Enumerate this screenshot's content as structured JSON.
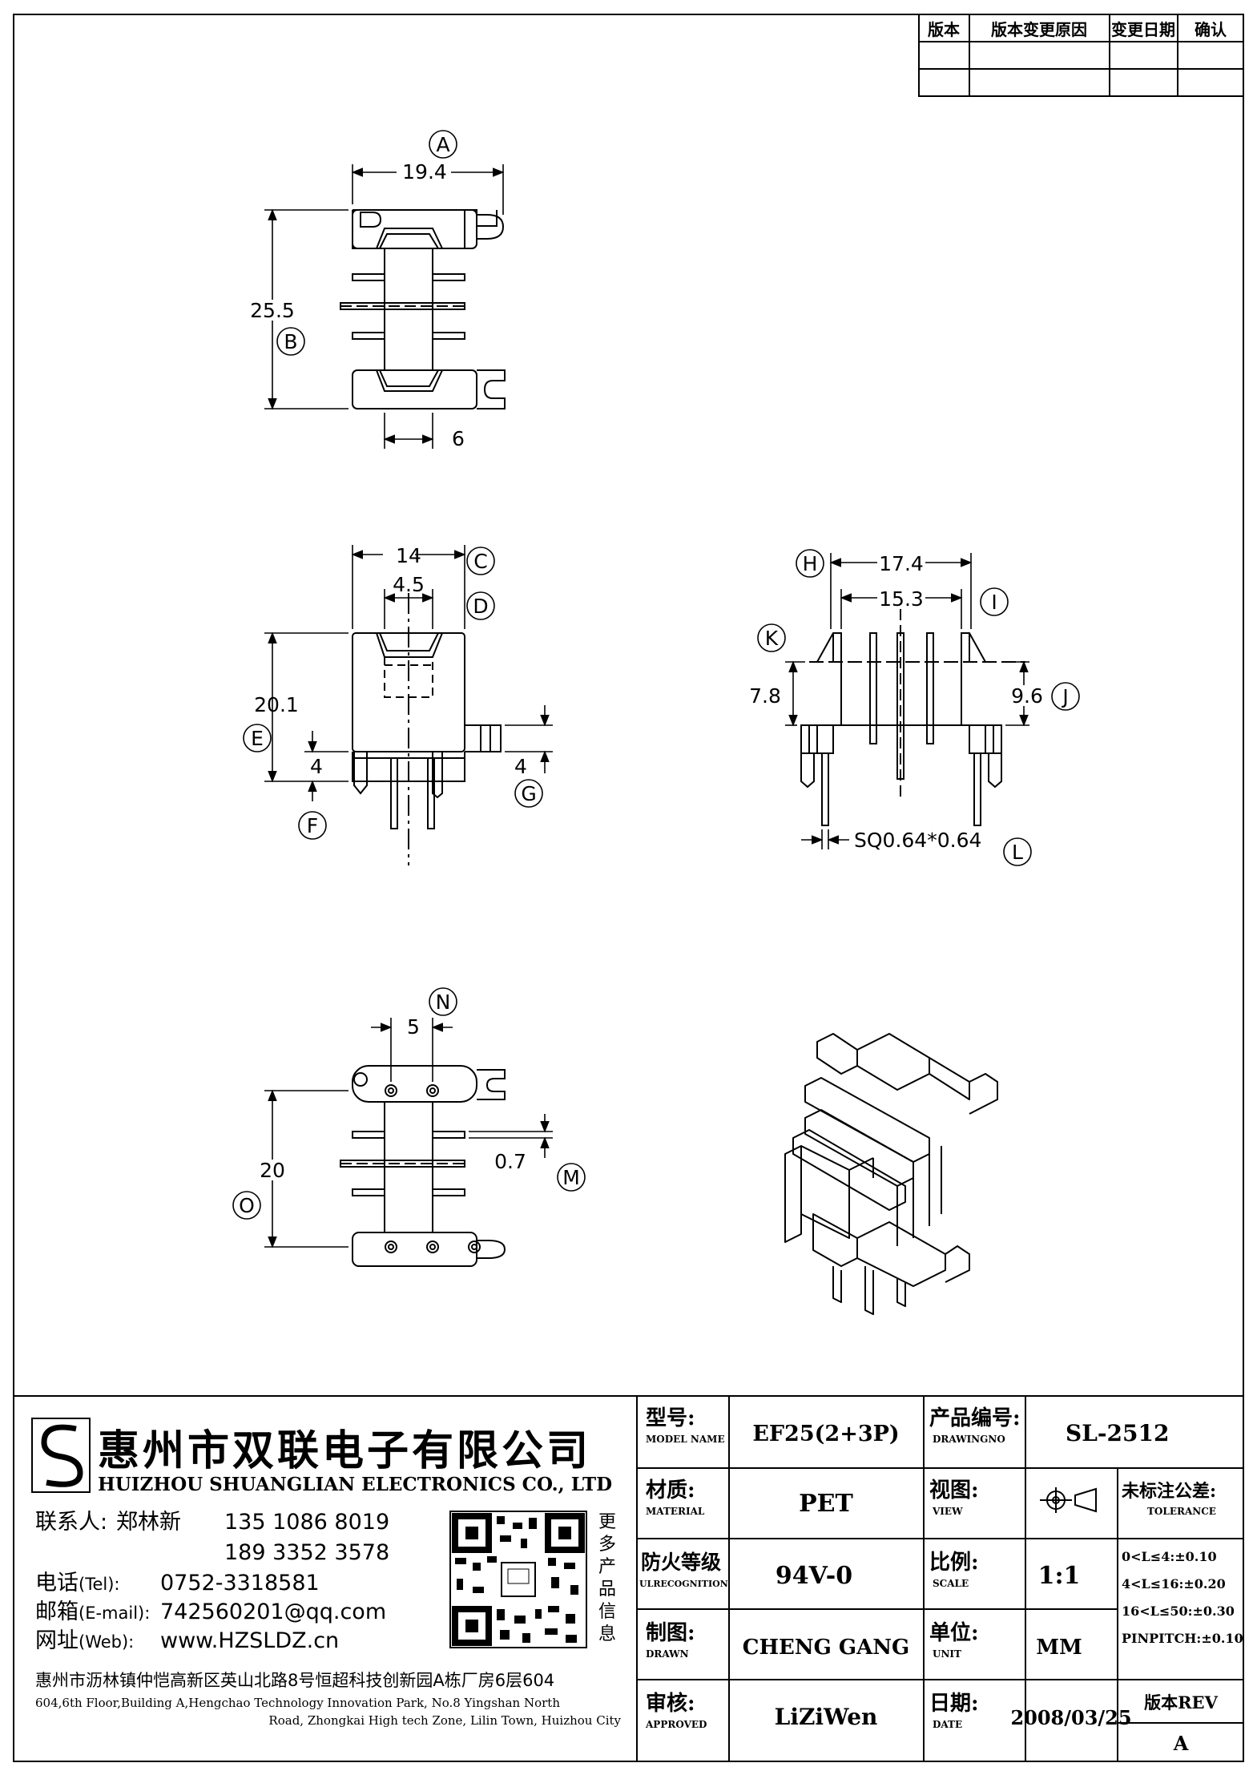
{
  "revision_table": {
    "headers": [
      "版本",
      "版本变更原因",
      "变更日期",
      "确认"
    ]
  },
  "views": {
    "top": {
      "circle_a": "A",
      "dim_a": "19.4",
      "circle_b": "B",
      "dim_b": "25.5",
      "dim_6": "6"
    },
    "front": {
      "dim_c": "14",
      "circle_c": "C",
      "dim_d": "4.5",
      "circle_d": "D",
      "dim_e": "20.1",
      "circle_e": "E",
      "dim_f": "4",
      "circle_f": "F",
      "dim_g": "4",
      "circle_g": "G"
    },
    "side": {
      "circle_h": "H",
      "dim_h": "17.4",
      "dim_i": "15.3",
      "circle_i": "I",
      "circle_k": "K",
      "dim_k": "7.8",
      "dim_j": "9.6",
      "circle_j": "J",
      "dim_l": "SQ0.64*0.64",
      "circle_l": "L"
    },
    "bottom": {
      "circle_n": "N",
      "dim_n": "5",
      "dim_o": "20",
      "circle_o": "O",
      "dim_m": "0.7",
      "circle_m": "M"
    }
  },
  "company": {
    "logo_letters": "SL",
    "name_cn": "惠州市双联电子有限公司",
    "name_en": "HUIZHOU SHUANGLIAN ELECTRONICS CO., LTD",
    "contact_label": "联系人:",
    "contact_name": "郑林新",
    "phone1": "135 1086 8019",
    "phone2": "189 3352 3578",
    "tel_label": "电话",
    "tel_sub": "(Tel):",
    "tel": "0752-3318581",
    "email_label": "邮箱",
    "email_sub": "(E-mail):",
    "email": "742560201@qq.com",
    "web_label": "网址",
    "web_sub": "(Web):",
    "web": "www.HZSLDZ.cn",
    "more_products": [
      "更",
      "多",
      "产",
      "品",
      "信",
      "息"
    ],
    "address_cn": "惠州市沥林镇仲恺高新区英山北路8号恒超科技创新园A栋厂房6层604",
    "address_en_1": "604,6th Floor,Building A,Hengchao Technology Innovation Park, No.8 Yingshan North",
    "address_en_2": "Road, Zhongkai High tech Zone, Lilin Town, Huizhou City"
  },
  "title_block": {
    "model_label": "型号:",
    "model_sub": "MODEL NAME",
    "model": "EF25(2+3P)",
    "drawing_label": "产品编号:",
    "drawing_sub": "DRAWINGNO",
    "drawing_no": "SL-2512",
    "material_label": "材质:",
    "material_sub": "MATERIAL",
    "material": "PET",
    "view_label": "视图:",
    "view_sub": "VIEW",
    "fire_label": "防火等级",
    "fire_sub": "ULRECOGNITION",
    "fire": "94V-0",
    "scale_label": "比例:",
    "scale_sub": "SCALE",
    "scale": "1:1",
    "drawn_label": "制图:",
    "drawn_sub": "DRAWN",
    "drawn": "CHENG GANG",
    "unit_label": "单位:",
    "unit_sub": "UNIT",
    "unit": "MM",
    "approved_label": "审核:",
    "approved_sub": "APPROVED",
    "approved": "LiZiWen",
    "date_label": "日期:",
    "date_sub": "DATE",
    "date": "2008/03/25",
    "rev_label": "版本REV",
    "rev": "A",
    "tolerance_label": "未标注公差:",
    "tolerance_sub": "TOLERANCE",
    "tolerances": [
      "0<L≤4:±0.10",
      "4<L≤16:±0.20",
      "16<L≤50:±0.30",
      "PINPITCH:±0.10"
    ]
  }
}
